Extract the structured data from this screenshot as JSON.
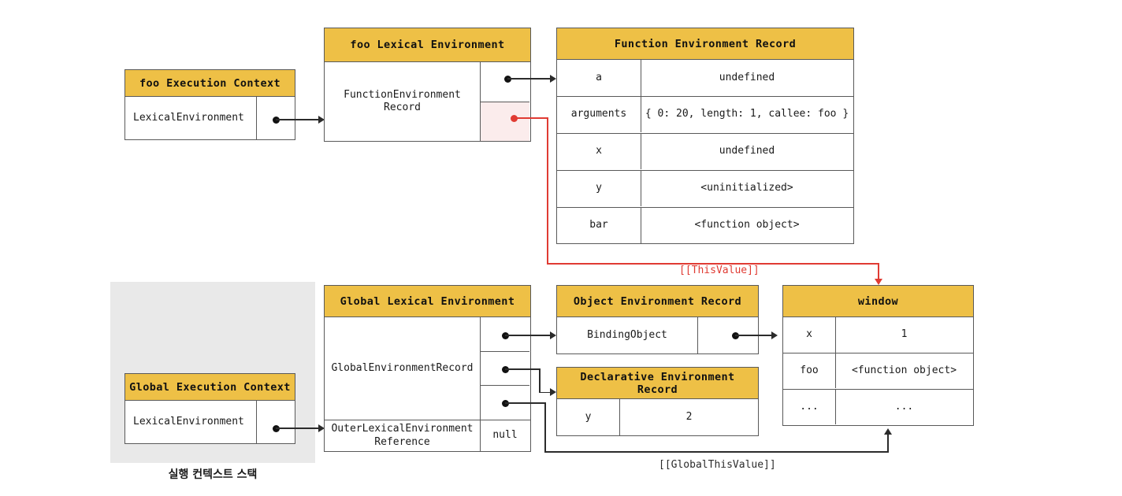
{
  "diagram": {
    "caption_stack": "실행 컨텍스트 스택",
    "colors": {
      "header_gold": "#eec046",
      "highlight_pink": "#fbecec",
      "stack_panel_grey": "#e9e9e9",
      "connector_black": "#2b2b2b",
      "connector_red": "#e03b33",
      "border": "#595959"
    }
  },
  "foo_execution_context": {
    "title": "foo Execution Context",
    "rows": [
      {
        "label": "LexicalEnvironment",
        "value": ""
      }
    ]
  },
  "foo_lexical_environment": {
    "title": "foo Lexical Environment",
    "label": "FunctionEnvironment Record",
    "label_line1": "FunctionEnvironment",
    "label_line2": "Record",
    "slots": [
      "",
      ""
    ]
  },
  "function_environment_record": {
    "title": "Function Environment Record",
    "rows": [
      {
        "name": "a",
        "value": "undefined"
      },
      {
        "name": "arguments",
        "value": "{ 0: 20, length: 1, callee: foo }"
      },
      {
        "name": "x",
        "value": "undefined"
      },
      {
        "name": "y",
        "value": "<uninitialized>"
      },
      {
        "name": "bar",
        "value": "<function object>"
      }
    ]
  },
  "global_execution_context": {
    "title": "Global Execution Context",
    "rows": [
      {
        "label": "LexicalEnvironment",
        "value": ""
      }
    ]
  },
  "global_lexical_environment": {
    "title": "Global Lexical Environment",
    "record_label": "GlobalEnvironmentRecord",
    "record_slots": [
      "",
      "",
      ""
    ],
    "outer_label_line1": "OuterLexicalEnvironment",
    "outer_label_line2": "Reference",
    "outer_value": "null"
  },
  "object_environment_record": {
    "title": "Object Environment Record",
    "rows": [
      {
        "label": "BindingObject",
        "value": ""
      }
    ]
  },
  "declarative_environment_record": {
    "title": "Declarative Environment Record",
    "rows": [
      {
        "name": "y",
        "value": "2"
      }
    ]
  },
  "window_object": {
    "title": "window",
    "rows": [
      {
        "name": "x",
        "value": "1"
      },
      {
        "name": "foo",
        "value": "<function object>"
      },
      {
        "name": "...",
        "value": "..."
      }
    ]
  },
  "edges": {
    "this_value": "[[ThisValue]]",
    "global_this_value": "[[GlobalThisValue]]"
  }
}
